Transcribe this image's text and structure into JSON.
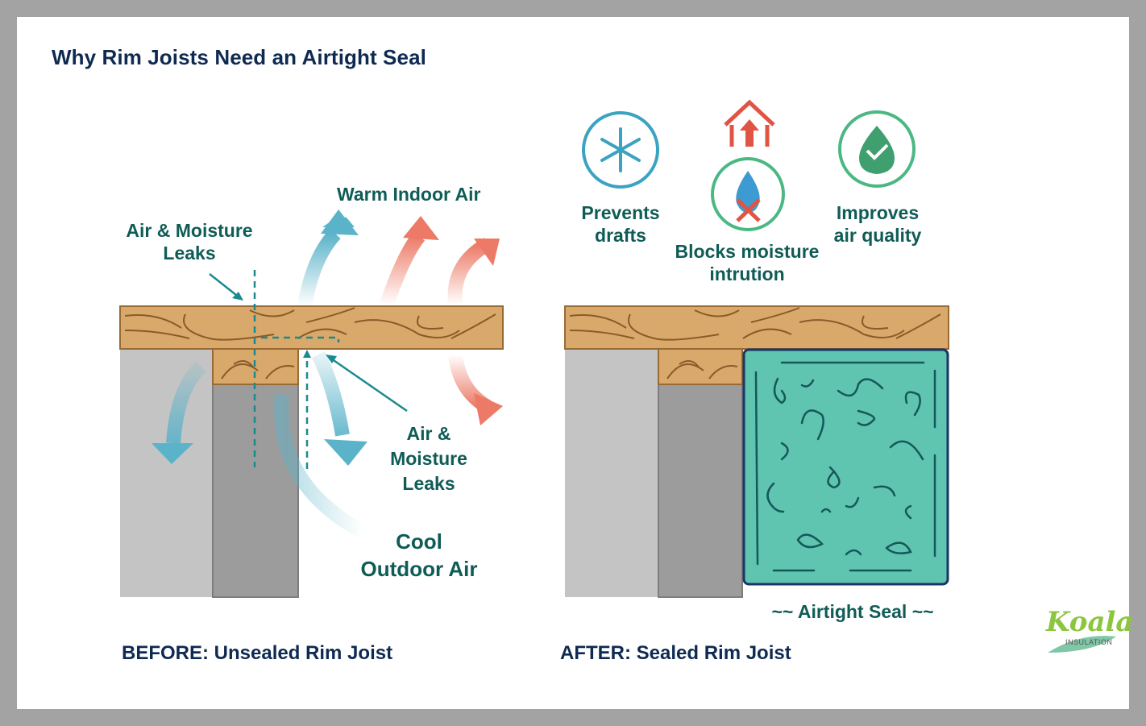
{
  "title": "Why Rim Joists Need an Airtight Seal",
  "before": {
    "caption": "BEFORE: Unsealed Rim Joist",
    "labels": {
      "warm_air": "Warm Indoor Air",
      "leak_top_line1": "Air & Moisture",
      "leak_top_line2": "Leaks",
      "leak_right_line1": "Air &",
      "leak_right_line2": "Moisture",
      "leak_right_line3": "Leaks",
      "cool_air_line1": "Cool",
      "cool_air_line2": "Outdoor Air"
    }
  },
  "after": {
    "caption": "AFTER: Sealed Rim Joist",
    "seal_label": "~~ Airtight Seal ~~",
    "benefits": [
      {
        "icon": "snowflake-icon",
        "line1": "Prevents",
        "line2": "drafts"
      },
      {
        "icon": "water-drop-blocked-icon",
        "line1": "Blocks moisture",
        "line2": "intrution"
      },
      {
        "icon": "drop-check-icon",
        "line1": "Improves",
        "line2": "air quality"
      }
    ],
    "house_icon": "house-up-arrow-icon"
  },
  "colors": {
    "title": "#0f2a52",
    "label_teal": "#0f5c57",
    "wood": "#d9a96b",
    "wood_grain": "#9a6a35",
    "foam": "#5fc4b0",
    "foam_border": "#1b3566",
    "cool_arrow": "#5bb3c9",
    "warm_arrow": "#ec7a66",
    "concrete_light": "#c4c4c4",
    "concrete_dark": "#9c9c9c"
  },
  "logo": {
    "word": "Koala",
    "sub": "INSULATION"
  }
}
